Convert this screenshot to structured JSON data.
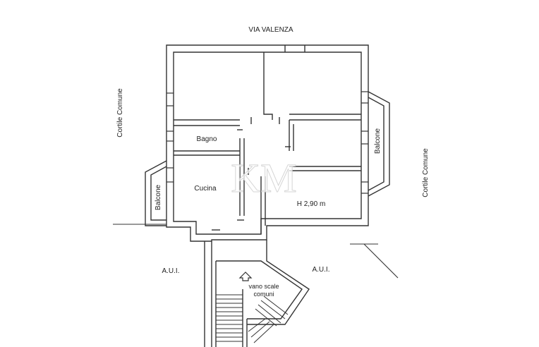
{
  "labels": {
    "street": "VIA VALENZA",
    "courtyard_left": "Cortile Comune",
    "courtyard_right": "Cortile Comune",
    "bathroom": "Bagno",
    "kitchen": "Cucina",
    "balcony_left": "Balcone",
    "balcony_right": "Balcone",
    "ceiling_height": "H 2,90 m",
    "aui_left": "A.U.I.",
    "aui_right": "A.U.I.",
    "stairs_line1": "vano scale",
    "stairs_line2": "comuni"
  },
  "watermark": "KM",
  "colors": {
    "wall": "#333333",
    "wall_fill": "#ffffff",
    "text": "#222222"
  }
}
